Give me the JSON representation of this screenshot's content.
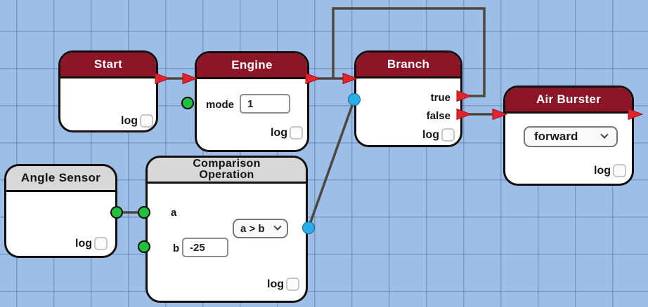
{
  "canvas": {
    "bg_color": "#9cbee7",
    "grid_line_color": "#6f96c6",
    "wire_color": "#4e473e",
    "arrow_color": "#e3242b",
    "port_green_color": "#21c13d",
    "port_blue_color": "#2aaee8",
    "header_red_color": "#8d1528",
    "header_gray_color": "#d8d8d8"
  },
  "nodes": {
    "start": {
      "title": "Start",
      "log_label": "log"
    },
    "engine": {
      "title": "Engine",
      "mode_label": "mode",
      "mode_value": "1",
      "log_label": "log"
    },
    "branch": {
      "title": "Branch",
      "true_label": "true",
      "false_label": "false",
      "log_label": "log"
    },
    "air_burster": {
      "title": "Air Burster",
      "direction_value": "forward",
      "log_label": "log"
    },
    "angle_sensor": {
      "title": "Angle Sensor",
      "log_label": "log"
    },
    "comparison": {
      "title_line1": "Comparison",
      "title_line2": "Operation",
      "a_label": "a",
      "b_label": "b",
      "b_value": "-25",
      "operator_value": "a > b",
      "log_label": "log"
    }
  }
}
